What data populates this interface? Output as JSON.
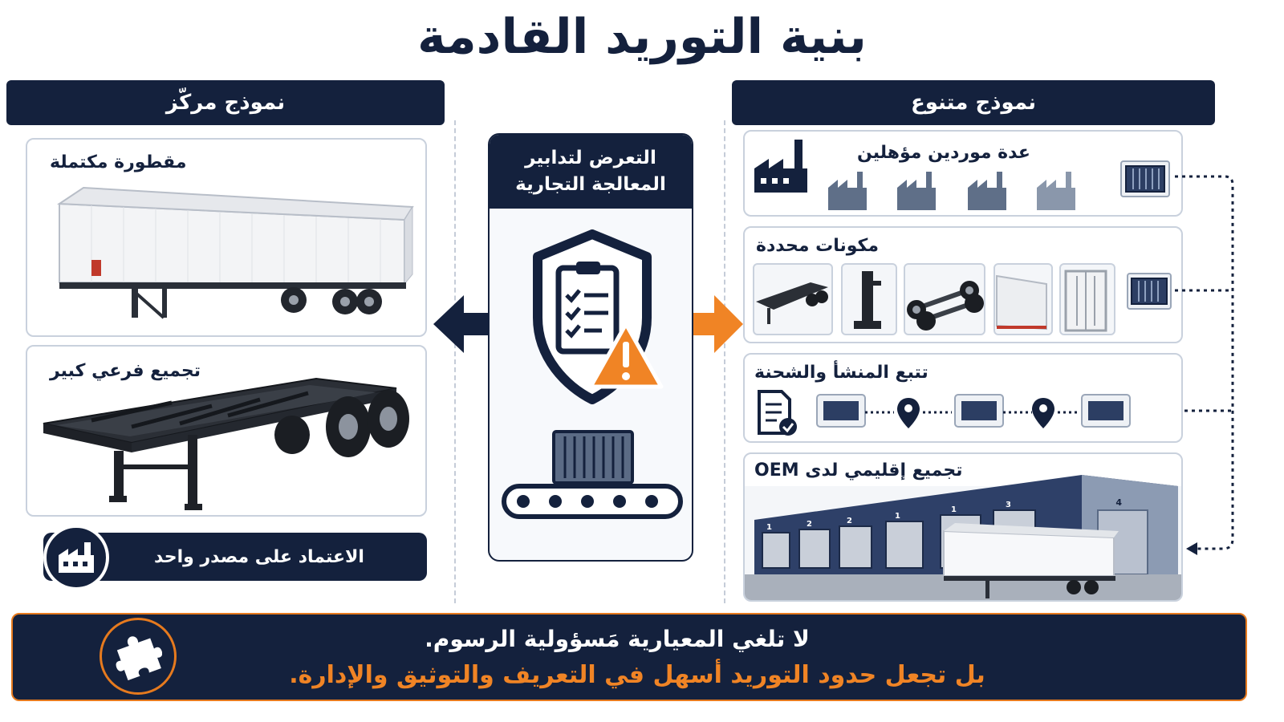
{
  "title": "بنية التوريد القادمة",
  "left": {
    "header": "نموذج مركّز",
    "card1_title": "مقطورة مكتملة",
    "card2_title": "تجميع فرعي كبير",
    "reliance_label": "الاعتماد على مصدر واحد"
  },
  "center": {
    "line1": "التعرض لتدابير",
    "line2": "المعالجة التجارية"
  },
  "right": {
    "header": "نموذج متنوع",
    "row1_title": "عدة موردين مؤهلين",
    "row2_title": "مكونات محددة",
    "row3_title": "تتبع المنشأ والشحنة",
    "row4_title": "تجميع إقليمي لدى OEM",
    "dock_numbers": [
      "1",
      "2",
      "2",
      "1",
      "1",
      "3",
      "4"
    ]
  },
  "banner": {
    "line1": "لا تلغي المعيارية مَسؤولية الرسوم.",
    "line2": "بل تجعل حدود التوريد أسهل في التعريف والتوثيق والإدارة."
  },
  "colors": {
    "navy": "#14213d",
    "orange": "#f08425",
    "border": "#c9d1dd"
  },
  "icons": {
    "left_arrow": "arrow-left-icon",
    "right_arrow": "arrow-right-icon",
    "center": "shield-checklist-warning-icon",
    "conveyor": "container-conveyor-icon",
    "factory": "factory-icon",
    "puzzle": "puzzle-icon",
    "document": "document-check-icon",
    "location": "location-pin-icon",
    "container": "container-icon"
  }
}
